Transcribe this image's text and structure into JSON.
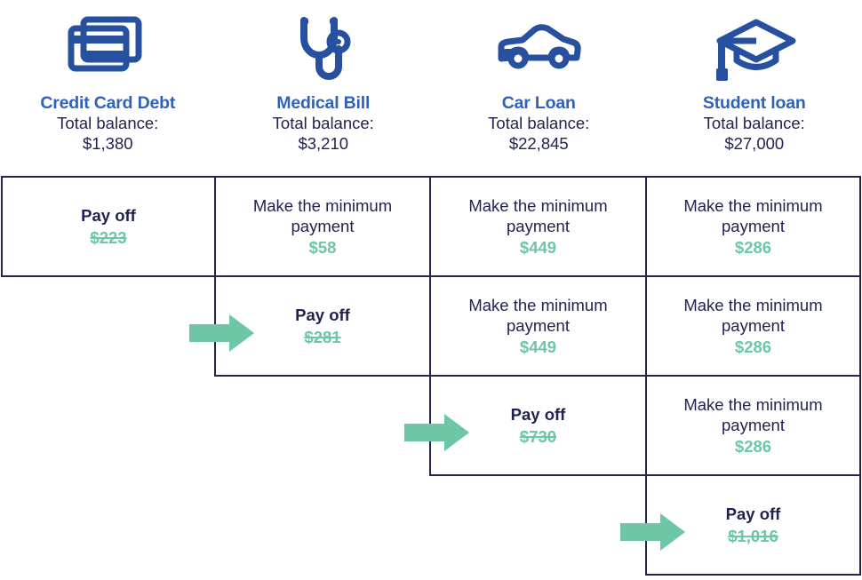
{
  "debts": [
    {
      "icon": "credit-card-icon",
      "name": "Credit Card Debt",
      "balance_label": "Total balance:",
      "balance": "$1,380"
    },
    {
      "icon": "stethoscope-icon",
      "name": "Medical Bill",
      "balance_label": "Total balance:",
      "balance": "$3,210"
    },
    {
      "icon": "car-icon",
      "name": "Car Loan",
      "balance_label": "Total balance:",
      "balance": "$22,845"
    },
    {
      "icon": "graduation-cap-icon",
      "name": "Student loan",
      "balance_label": "Total balance:",
      "balance": "$27,000"
    }
  ],
  "rows": [
    {
      "cells": [
        {
          "action": "Pay off",
          "amount": "$223",
          "type": "payoff"
        },
        {
          "action": "Make the minimum payment",
          "amount": "$58",
          "type": "minimum"
        },
        {
          "action": "Make the minimum payment",
          "amount": "$449",
          "type": "minimum"
        },
        {
          "action": "Make the minimum payment",
          "amount": "$286",
          "type": "minimum"
        }
      ]
    },
    {
      "cells": [
        {
          "action": "Pay off",
          "amount": "$281",
          "type": "payoff"
        },
        {
          "action": "Make the minimum payment",
          "amount": "$449",
          "type": "minimum"
        },
        {
          "action": "Make the minimum payment",
          "amount": "$286",
          "type": "minimum"
        }
      ]
    },
    {
      "cells": [
        {
          "action": "Pay off",
          "amount": "$730",
          "type": "payoff"
        },
        {
          "action": "Make the minimum payment",
          "amount": "$286",
          "type": "minimum"
        }
      ]
    },
    {
      "cells": [
        {
          "action": "Pay off",
          "amount": "$1,016",
          "type": "payoff"
        }
      ]
    }
  ],
  "colors": {
    "title_blue": "#3062b9",
    "navy": "#1f2250",
    "border_navy": "#24254f",
    "amount_green": "#6dc6a6",
    "arrow_green": "#6dc6a6",
    "icon_blue": "#27509f"
  },
  "arrows": [
    {
      "name": "rollover-arrow-1"
    },
    {
      "name": "rollover-arrow-2"
    },
    {
      "name": "rollover-arrow-3"
    }
  ]
}
